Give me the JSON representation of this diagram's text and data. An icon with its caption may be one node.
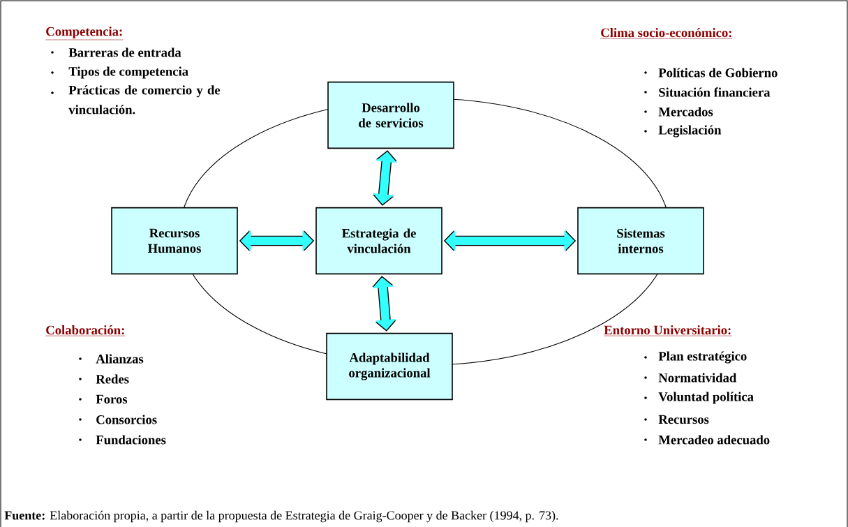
{
  "diagram": {
    "caption": "**Fuente:** Elaboración propia, a partir de la propuesta de Estrategia de Graig-Cooper y de Backer (1994, p. 73).",
    "nodes": [
      {
        "text": [
          "Desarrollo de servicios"
        ]
      },
      {
        "text": [
          "Recursos Humanos"
        ]
      },
      {
        "text": [
          "Estrategia de vinculación"
        ]
      },
      {
        "text": [
          "Sistemas internos"
        ]
      },
      {
        "text": [
          "Adaptabilidad organizacional"
        ]
      }
    ],
    "edges": [
      {
        "from": 2,
        "to": 0,
        "arrow": "both"
      },
      {
        "from": 2,
        "to": 1,
        "arrow": "both"
      },
      {
        "from": 2,
        "to": 3,
        "arrow": "both"
      },
      {
        "from": 2,
        "to": 4,
        "arrow": "both"
      }
    ],
    "labels": [
      "Competencia:",
      "Barreras de entrada",
      "Tipos de competencia",
      "Prácticas de comercio y de vinculación.",
      "Clima socio-económico:",
      "Políticas de Gobierno",
      "Situación financiera",
      "Mercados",
      "Legislación",
      "Colaboración:",
      "Alianzas",
      "Redes",
      "Foros",
      "Consorcios",
      "Fundaciones",
      "Entorno Universitario:",
      "Plan estratégico",
      "Normatividad",
      "Voluntad política",
      "Recursos",
      "Mercadeo adecuado"
    ]
  }
}
